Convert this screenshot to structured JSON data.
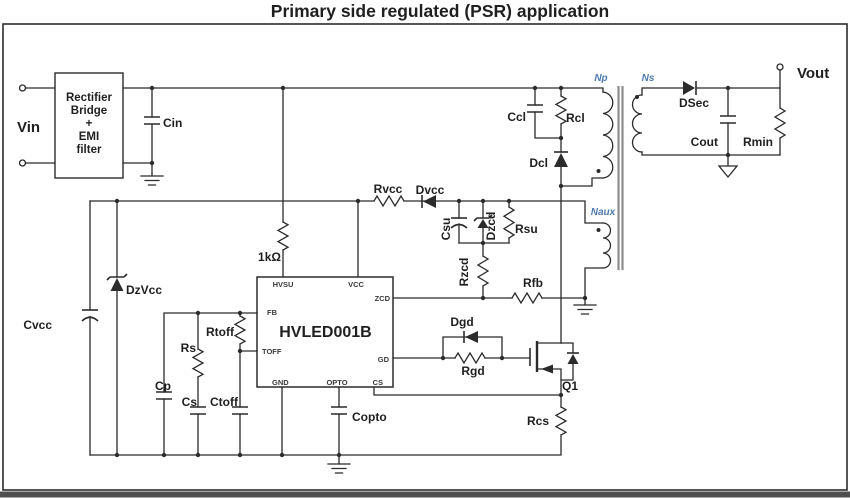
{
  "title": "Primary side regulated (PSR) application",
  "input": {
    "label": "Vin"
  },
  "output": {
    "label": "Vout"
  },
  "bridge": {
    "line1": "Rectifier",
    "line2": "Bridge",
    "line3": "+",
    "line4": "EMI",
    "line5": "filter"
  },
  "transformer": {
    "primary": "Np",
    "secondary": "Ns",
    "aux": "Naux"
  },
  "ic": {
    "part": "HVLED001B",
    "pins": {
      "hvsu": "HVSU",
      "vcc": "VCC",
      "zcd": "ZCD",
      "fb": "FB",
      "toff": "TOFF",
      "gd": "GD",
      "gnd": "GND",
      "opto": "OPTO",
      "cs": "CS"
    }
  },
  "components": {
    "cin": "Cin",
    "ccl": "Ccl",
    "rcl": "Rcl",
    "dcl": "Dcl",
    "dsec": "DSec",
    "cout": "Cout",
    "rmin": "Rmin",
    "rvcc": "Rvcc",
    "dvcc": "Dvcc",
    "csu": "Csu",
    "dzcd": "Dzcd",
    "rsu": "Rsu",
    "rzcd": "Rzcd",
    "rfb": "Rfb",
    "r_hvsu": "1kΩ",
    "dzvcc": "DzVcc",
    "cvcc": "Cvcc",
    "cp": "Cp",
    "rs": "Rs",
    "cs": "Cs",
    "rtoff": "Rtoff",
    "ctoff": "Ctoff",
    "copto": "Copto",
    "dgd": "Dgd",
    "rgd": "Rgd",
    "q1": "Q1",
    "rcs": "Rcs"
  },
  "colors": {
    "wire": "#2b2b2b",
    "winding-label": "#4d7ab0",
    "core": "#8d8d8d",
    "bottom-bar": "#4e4e4e",
    "paper": "#ffffff"
  }
}
